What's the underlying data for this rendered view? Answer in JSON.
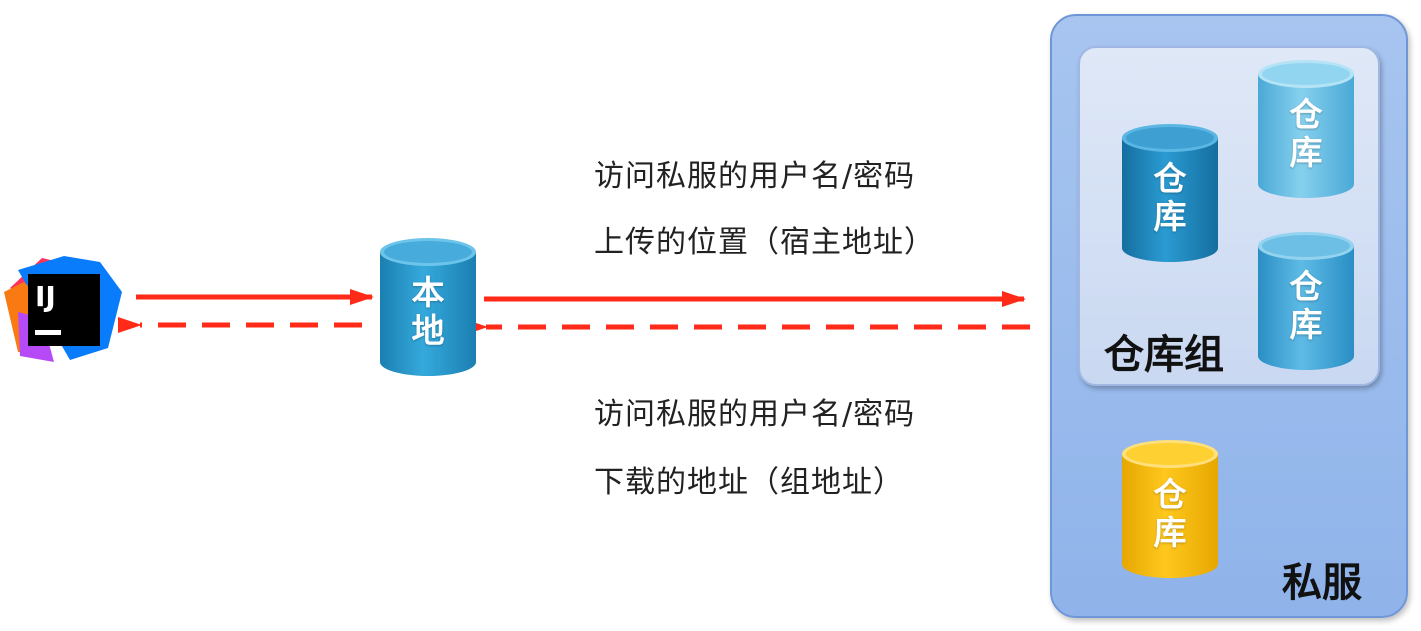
{
  "ide_logo": {
    "text": "IJ",
    "colors": {
      "pink": "#fe315d",
      "orange": "#f97a12",
      "purple": "#b74af7",
      "blue": "#087cfa",
      "black": "#000000"
    }
  },
  "local_repo": {
    "label_line1": "本",
    "label_line2": "地",
    "color": "#2596c8"
  },
  "upload_notes": {
    "line1": "访问私服的用户名/密码",
    "line2": "上传的位置（宿主地址）"
  },
  "download_notes": {
    "line1": "访问私服的用户名/密码",
    "line2": "下载的地址（组地址）"
  },
  "private_server": {
    "label": "私服",
    "group": {
      "label": "仓库组",
      "repos": [
        {
          "line1": "仓",
          "line2": "库",
          "color": "#1f8fc5"
        },
        {
          "line1": "仓",
          "line2": "库",
          "color": "#6cc0e4"
        },
        {
          "line1": "仓",
          "line2": "库",
          "color": "#45ade0"
        }
      ]
    },
    "standalone_repo": {
      "line1": "仓",
      "line2": "库",
      "color": "#ffc000"
    }
  },
  "arrow_color": "#ff2a17"
}
